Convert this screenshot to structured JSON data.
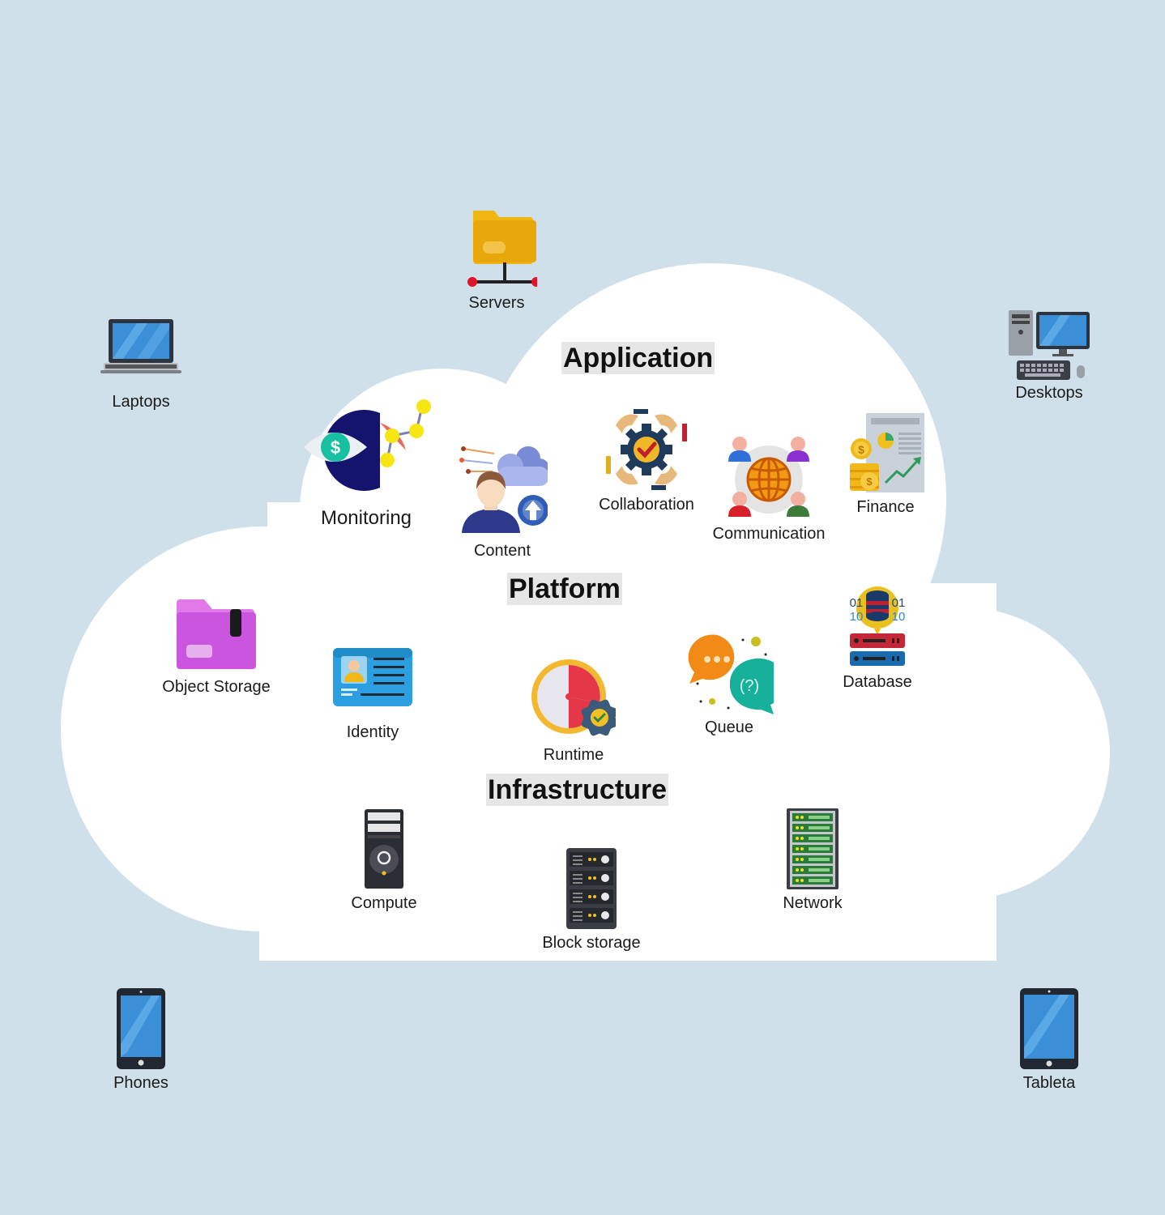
{
  "colors": {
    "background": "#cfe0ea",
    "cloud": "#ffffff",
    "section_highlight": "#e6e6e6"
  },
  "sections": {
    "application": "Application",
    "platform": "Platform",
    "infrastructure": "Infrastructure"
  },
  "devices": {
    "servers": {
      "label": "Servers",
      "icon": "folder-network-icon"
    },
    "laptops": {
      "label": "Laptops",
      "icon": "laptop-icon"
    },
    "desktops": {
      "label": "Desktops",
      "icon": "desktop-computer-icon"
    },
    "phones": {
      "label": "Phones",
      "icon": "phone-icon"
    },
    "tableta": {
      "label": "Tableta",
      "icon": "tablet-icon"
    }
  },
  "application": {
    "monitoring": {
      "label": "Monitoring",
      "icon": "monitoring-icon"
    },
    "content": {
      "label": "Content",
      "icon": "content-upload-icon"
    },
    "collaboration": {
      "label": "Collaboration",
      "icon": "collaboration-gear-icon"
    },
    "communication": {
      "label": "Communication",
      "icon": "communication-globe-icon"
    },
    "finance": {
      "label": "Finance",
      "icon": "finance-report-icon"
    }
  },
  "platform": {
    "object_storage": {
      "label": "Object Storage",
      "icon": "folder-icon"
    },
    "identity": {
      "label": "Identity",
      "icon": "id-card-icon"
    },
    "runtime": {
      "label": "Runtime",
      "icon": "stopwatch-gear-icon"
    },
    "queue": {
      "label": "Queue",
      "icon": "chat-bubbles-icon"
    },
    "database": {
      "label": "Database",
      "icon": "database-server-icon",
      "binary_left": [
        "01",
        "10"
      ],
      "binary_right": [
        "01",
        "10"
      ]
    }
  },
  "infrastructure": {
    "compute": {
      "label": "Compute",
      "icon": "tower-server-icon"
    },
    "block_storage": {
      "label": "Block storage",
      "icon": "storage-rack-icon"
    },
    "network": {
      "label": "Network",
      "icon": "network-rack-icon"
    }
  }
}
